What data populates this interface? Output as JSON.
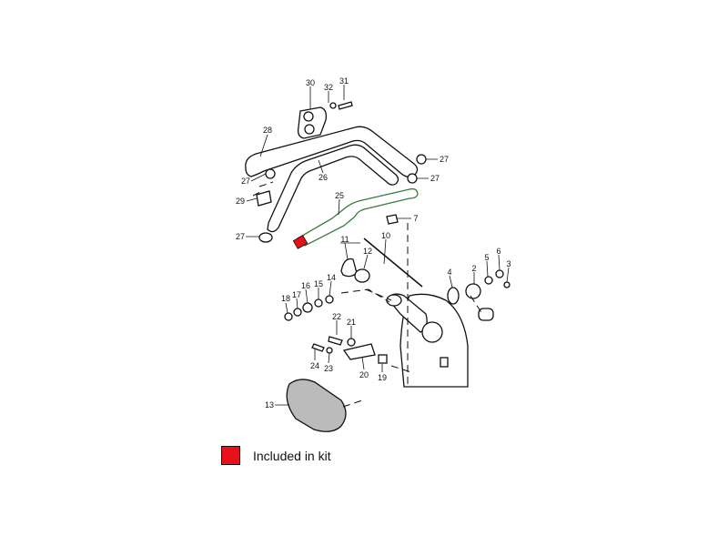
{
  "diagram": {
    "labels": {
      "p30": "30",
      "p32": "32",
      "p31": "31",
      "p28": "28",
      "p27a": "27",
      "p27b": "27",
      "p27c": "27",
      "p26": "26",
      "p29": "29",
      "p25": "25",
      "p7": "7",
      "p27d": "27",
      "p11": "11",
      "p10": "10",
      "p12": "12",
      "p4": "4",
      "p2": "2",
      "p5": "5",
      "p6": "6",
      "p3": "3",
      "p18": "18",
      "p17": "17",
      "p16": "16",
      "p15": "15",
      "p14": "14",
      "p22": "22",
      "p21": "21",
      "p24": "24",
      "p23": "23",
      "p20": "20",
      "p19": "19",
      "p13": "13"
    },
    "highlight_color": "#e8101a"
  },
  "legend": {
    "label": "Included in kit",
    "color": "#e8101a"
  }
}
